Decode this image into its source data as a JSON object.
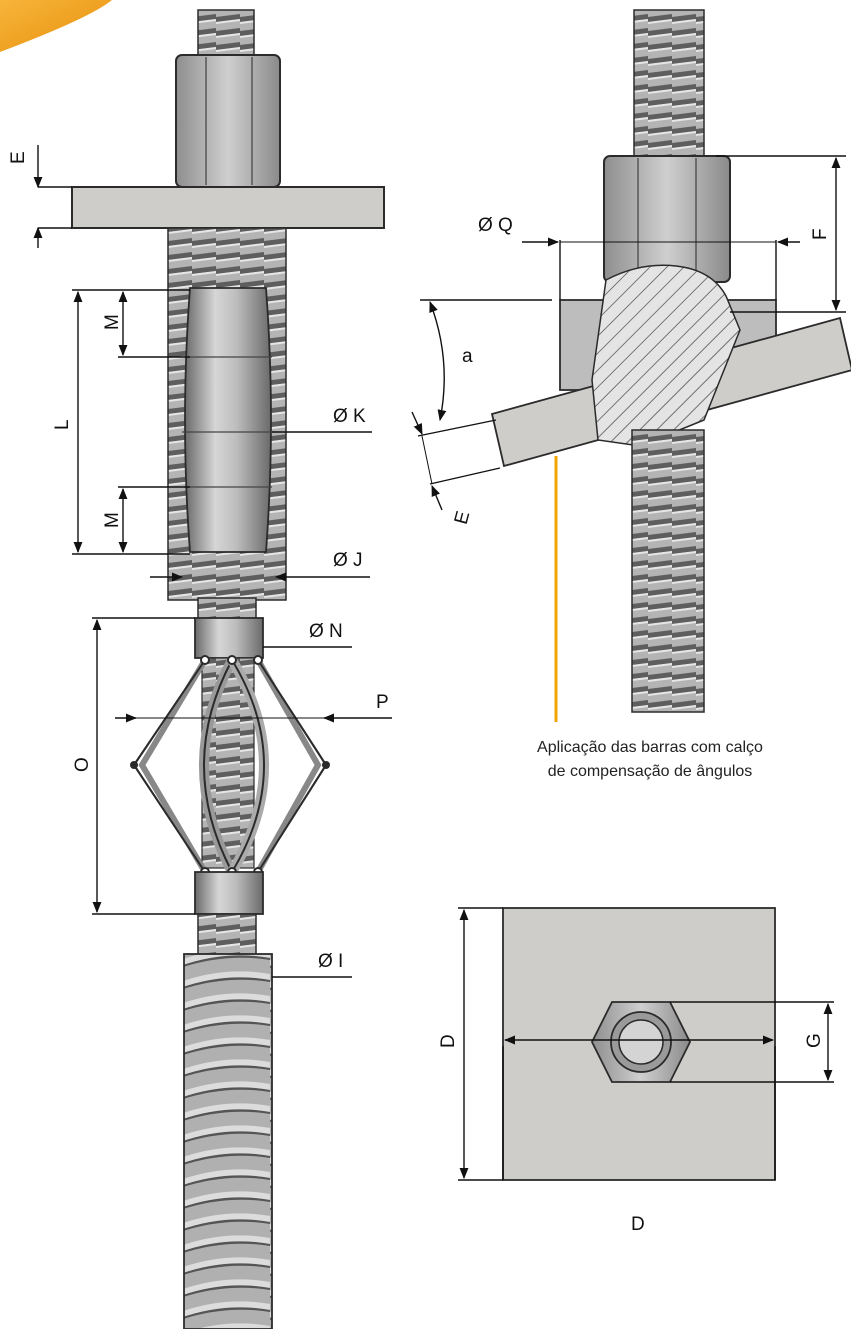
{
  "labels": {
    "E_top": "E",
    "M_top": "M",
    "L": "L",
    "M_bottom": "M",
    "phi_K": "Ø K",
    "phi_J": "Ø J",
    "phi_N": "Ø N",
    "P": "P",
    "O": "O",
    "phi_I": "Ø I",
    "phi_Q": "Ø Q",
    "F": "F",
    "a": "a",
    "E_angled": "E",
    "D_vertical": "D",
    "D_horizontal": "D",
    "G": "G"
  },
  "caption": {
    "line1": "Aplicação das barras com calço",
    "line2": "de compensação de ângulos"
  },
  "colors": {
    "steel_dark": "#6f6f6f",
    "steel_mid": "#a9a9a9",
    "steel_light": "#d8d8d8",
    "plate": "#cfcdca",
    "accent_orange": "#f2a81d",
    "leader_orange": "#f0a400",
    "outline": "#2b2b2b"
  }
}
